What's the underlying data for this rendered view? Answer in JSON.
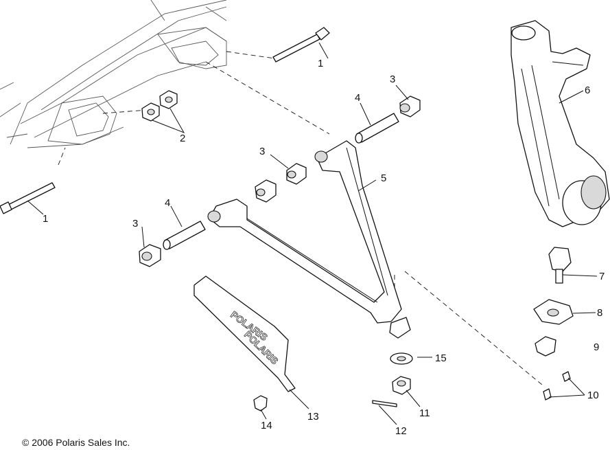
{
  "copyright": "© 2006 Polaris Sales Inc.",
  "callouts": {
    "c1a": "1",
    "c1b": "1",
    "c2": "2",
    "c3a": "3",
    "c3b": "3",
    "c3c": "3",
    "c4a": "4",
    "c4b": "4",
    "c5": "5",
    "c6": "6",
    "c7": "7",
    "c8": "8",
    "c9": "9",
    "c10": "10",
    "c11": "11",
    "c12": "12",
    "c13": "13",
    "c14": "14",
    "c15": "15"
  },
  "guard_text": "POLARIS"
}
